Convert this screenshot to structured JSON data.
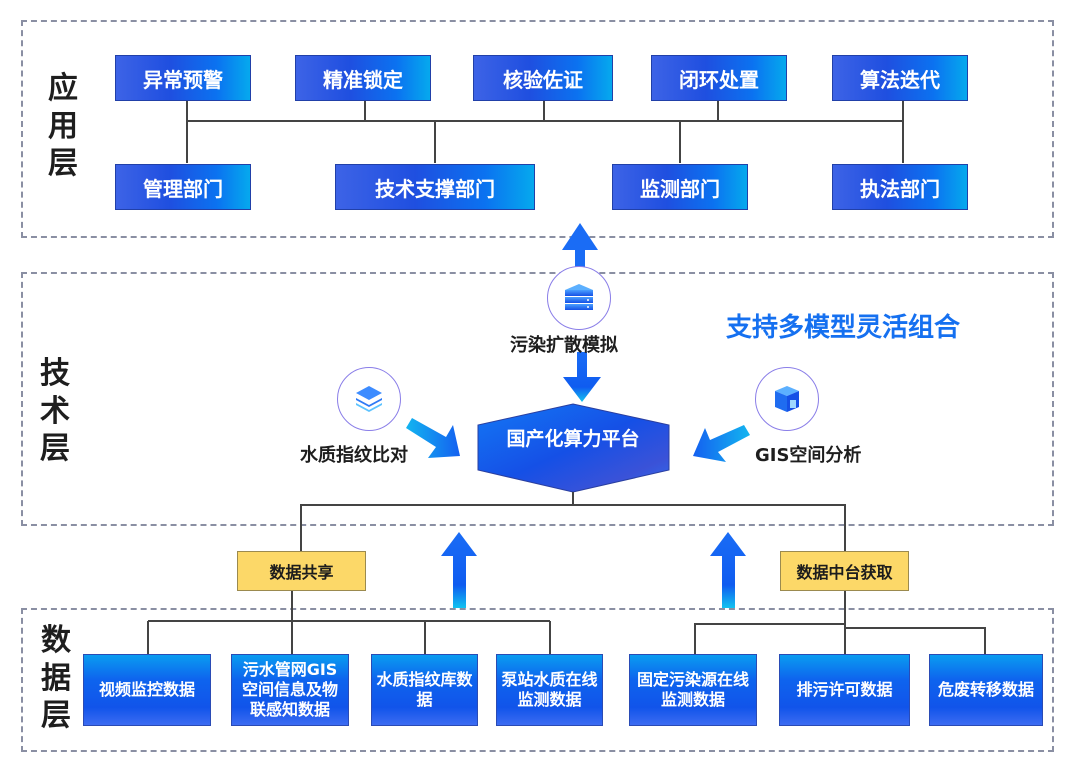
{
  "layers": {
    "application": "应\n用\n层",
    "technology": "技\n术\n层",
    "data": "数\n据\n层"
  },
  "application_layer": {
    "functions": [
      "异常预警",
      "精准锁定",
      "核验佐证",
      "闭环处置",
      "算法迭代"
    ],
    "departments": [
      "管理部门",
      "技术支撑部门",
      "监测部门",
      "执法部门"
    ]
  },
  "technology_layer": {
    "slogan": "支持多模型灵活组合",
    "platform": "国产化算力平台",
    "models": [
      {
        "label": "污染扩散模拟",
        "icon": "server-stack-icon"
      },
      {
        "label": "水质指纹比对",
        "icon": "layers-icon"
      },
      {
        "label": "GIS空间分析",
        "icon": "cube-icon"
      }
    ]
  },
  "data_layer": {
    "channels": [
      "数据共享",
      "数据中台获取"
    ],
    "sources_shared": [
      "视频监控数据",
      "污水管网GIS空间信息及物联感知数据",
      "水质指纹库数据",
      "泵站水质在线监测数据"
    ],
    "sources_platform": [
      "固定污染源在线监测数据",
      "排污许可数据",
      "危废转移数据"
    ]
  },
  "colors": {
    "accent_blue": "#1570f0",
    "box_blue": "#1f4fe0",
    "yellow": "#fcd868",
    "dashed_border": "#8a8fa3"
  }
}
